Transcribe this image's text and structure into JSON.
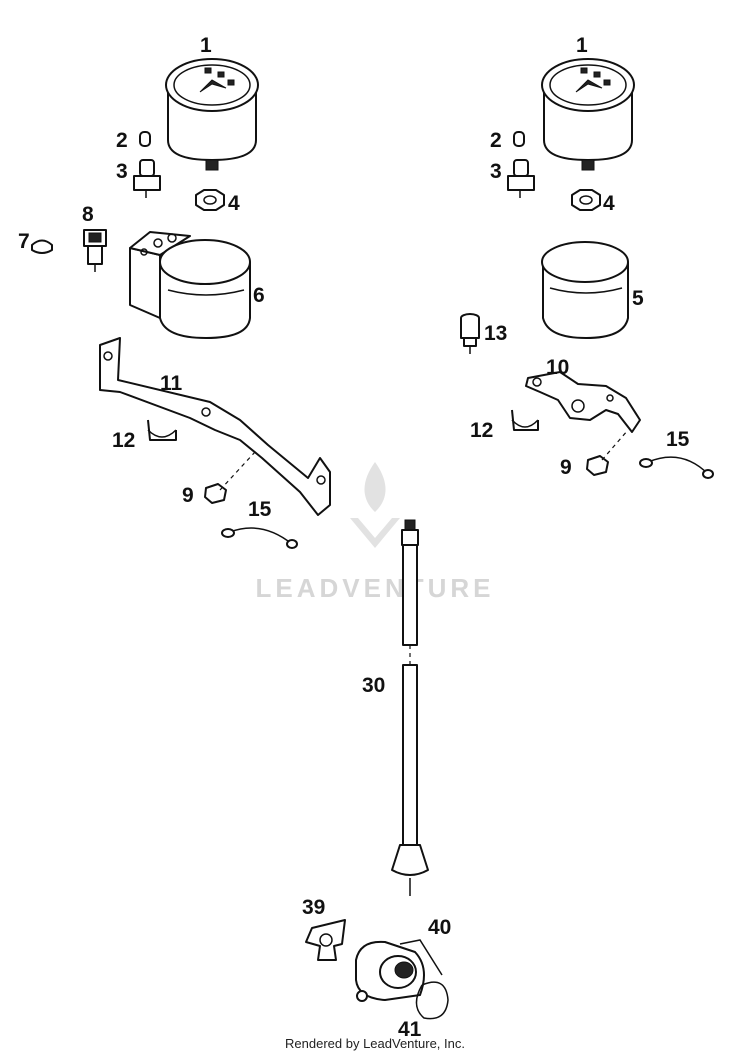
{
  "watermark": {
    "brand": "LEADVENTURE"
  },
  "footer": {
    "text": "Rendered by LeadVenture, Inc."
  },
  "callouts": {
    "c1_left": "1",
    "c1_right": "1",
    "c2_left": "2",
    "c2_right": "2",
    "c3_left": "3",
    "c3_right": "3",
    "c4_left": "4",
    "c4_right": "4",
    "c5": "5",
    "c6": "6",
    "c7": "7",
    "c8": "8",
    "c9_left": "9",
    "c9_right": "9",
    "c10": "10",
    "c11": "11",
    "c12_left": "12",
    "c12_right": "12",
    "c13": "13",
    "c15_left": "15",
    "c15_right": "15",
    "c30": "30",
    "c39": "39",
    "c40": "40",
    "c41": "41"
  },
  "icons": {
    "gauge": "speedometer-gauge-icon",
    "cable": "speedometer-cable-icon",
    "drive": "speedometer-drive-icon",
    "watermark": "flame-logo-icon"
  }
}
